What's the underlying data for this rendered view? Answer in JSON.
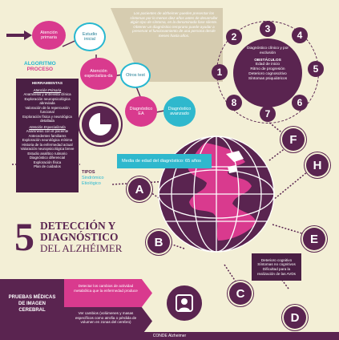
{
  "colors": {
    "bg": "#f3efd6",
    "purple": "#5a2450",
    "magenta": "#d93a8e",
    "teal": "#2fb8cd",
    "cyan": "#27b7d0",
    "tan": "#d6ccb0"
  },
  "top_note": "Los pacientes de alzheimer pueden presentar los síntomas por lo menos diez años antes de desarrollar algún tipo de síntoma, en la denominada fase silente. Obtener un diagnóstico temprano puede ayudar a preservar el funcionamiento de una persona desde meses hasta años.",
  "bubbles": {
    "atencion_primaria": "Atención primaria",
    "estudio_inicial": "Estudio inicial",
    "atencion_especializada": "Atención especializa-da",
    "otros_test": "Otros test",
    "diagnostico_ea": "Diagnóstico EA",
    "diagnostico_avanzado": "Diagnóstico avanzado"
  },
  "algoritmo": {
    "line1": "ALGORITMO",
    "line2": "PROCESO"
  },
  "herramientas": {
    "title": "HERRAMIENTAS",
    "sub1": "Atención Primaria",
    "items1": [
      "Anamnesis y entrevista clínica",
      "Exploración neuropsicológica abreviada",
      "Valoración de la repercusión funcional",
      "Exploración física y neurológica detallada"
    ],
    "sub2": "Atención Especializada",
    "items2": [
      "Anamnesis con el paciente",
      "Antecedentes familiares",
      "Exploración neurológica mínima",
      "Historia de la enfermedad actual",
      "Valoración neuropsicológica breve",
      "Estudio analítico rutinario",
      "Diagnóstico diferencial",
      "Exploración física",
      "Plan de cuidados"
    ]
  },
  "tipos": {
    "title": "TIPOS",
    "items": [
      "Sindrómico",
      "Etiológico"
    ]
  },
  "media_edad": "Media de edad del diagnóstico: 65 años",
  "title": {
    "number": "5",
    "line1": "DETECCIÓN Y",
    "line2": "DIAGNÓSTICO",
    "line3": "DEL ALZHÉIMER"
  },
  "diagnostico_circle": {
    "main": "Diagnóstico clínico y por exclusión",
    "obstaculos_title": "OBSTÁCULOS",
    "obstaculos": [
      "Edad de inicio",
      "Ritmo de progresión",
      "Deterioro cognoscitivo",
      "Síntomas psiquiátricos"
    ]
  },
  "numbers": [
    "1",
    "2",
    "3",
    "4",
    "5",
    "6",
    "7",
    "8"
  ],
  "letters": [
    "A",
    "B",
    "C",
    "D",
    "E",
    "F",
    "H"
  ],
  "deterioro_note": "Deterioro cognitivo Síntomas no cognitivos Dificultad para la realización de las AVDs",
  "pruebas": {
    "title": "PRUEBAS MÉDICAS DE IMAGEN CEREBRAL",
    "item1": "Detectar los cambios de actividad metabólica que la enfermedad produce",
    "item2": "Ver cambios (volúmenes y masas específicos como atrofia o pérdida de volumen en zonas del cerebro)"
  },
  "footer": "CONDE Alzheimer"
}
